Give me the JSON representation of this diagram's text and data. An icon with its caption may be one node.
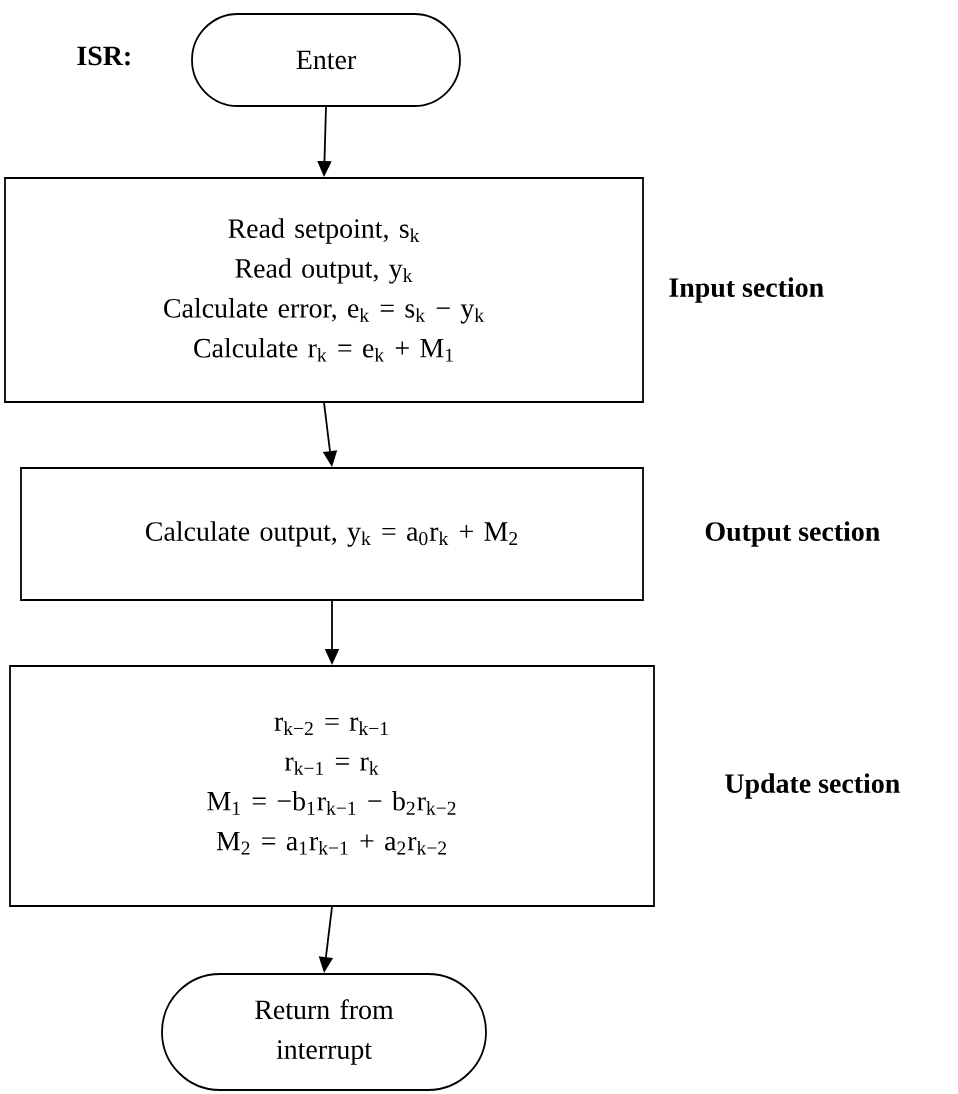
{
  "diagram": {
    "nodes": [
      {
        "text": [
          "Enter"
        ],
        "beside": [
          "ISR:"
        ]
      },
      {
        "text": [
          "Read setpoint, s$_{k}$",
          "Read output, y$_{k}$",
          "Calculate error, e$_{k}$ = s$_{k}$ − y$_{k}$",
          "Calculate r$_{k}$ = e$_{k}$ + M$_{1}$"
        ]
      },
      {
        "text": [
          "Calculate output, y$_{k}$ = a$_{0}$r$_{k}$ + M$_{2}$"
        ]
      },
      {
        "text": [
          "r$_{k−2}$ = r$_{k−1}$",
          "r$_{k−1}$ = r$_{k}$",
          "M$_{1}$ = −b$_{1}$r$_{k−1}$ − b$_{2}$r$_{k−2}$",
          "M$_{2}$ = a$_{1}$r$_{k−1}$ + a$_{2}$r$_{k−2}$"
        ]
      },
      {
        "text": [
          "Return from interrupt"
        ]
      }
    ],
    "edges": [
      {
        "from": 0,
        "to": 1,
        "arrow": "to"
      },
      {
        "from": 1,
        "to": 2,
        "arrow": "to"
      },
      {
        "from": 2,
        "to": 3,
        "arrow": "to"
      },
      {
        "from": 3,
        "to": 4,
        "arrow": "to"
      }
    ],
    "labels": [
      "Input section",
      "Output section",
      "Update section"
    ]
  }
}
